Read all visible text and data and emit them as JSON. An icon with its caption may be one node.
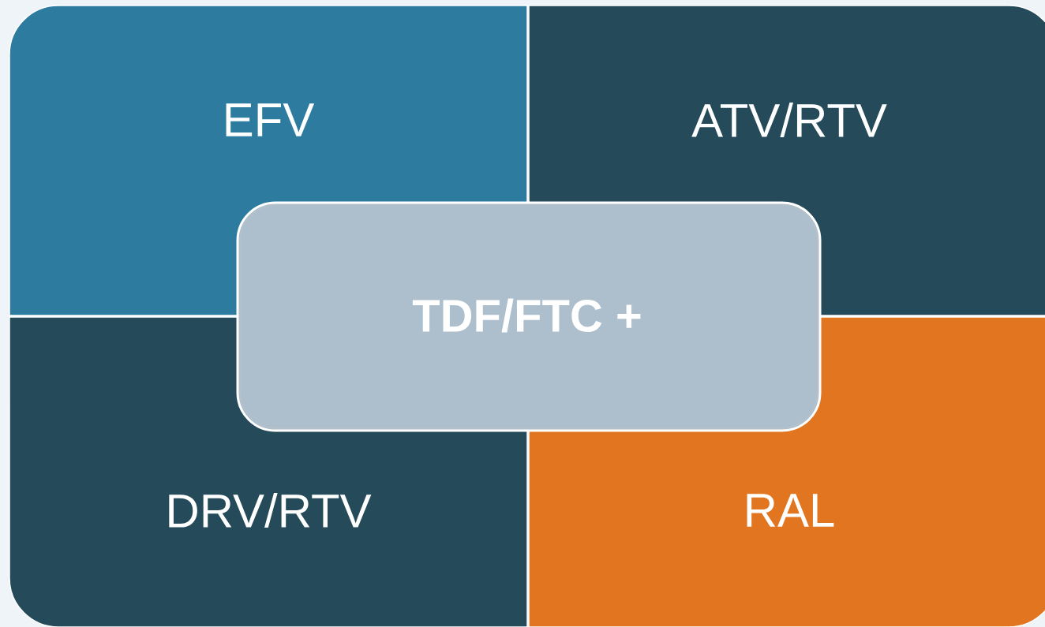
{
  "diagram": {
    "nodes": [
      {
        "text": [
          "EFV"
        ]
      },
      {
        "text": [
          "ATV/RTV"
        ]
      },
      {
        "text": [
          "TDF/FTC  +"
        ]
      },
      {
        "text": [
          "DRV/RTV"
        ]
      },
      {
        "text": [
          "RAL"
        ]
      }
    ]
  }
}
